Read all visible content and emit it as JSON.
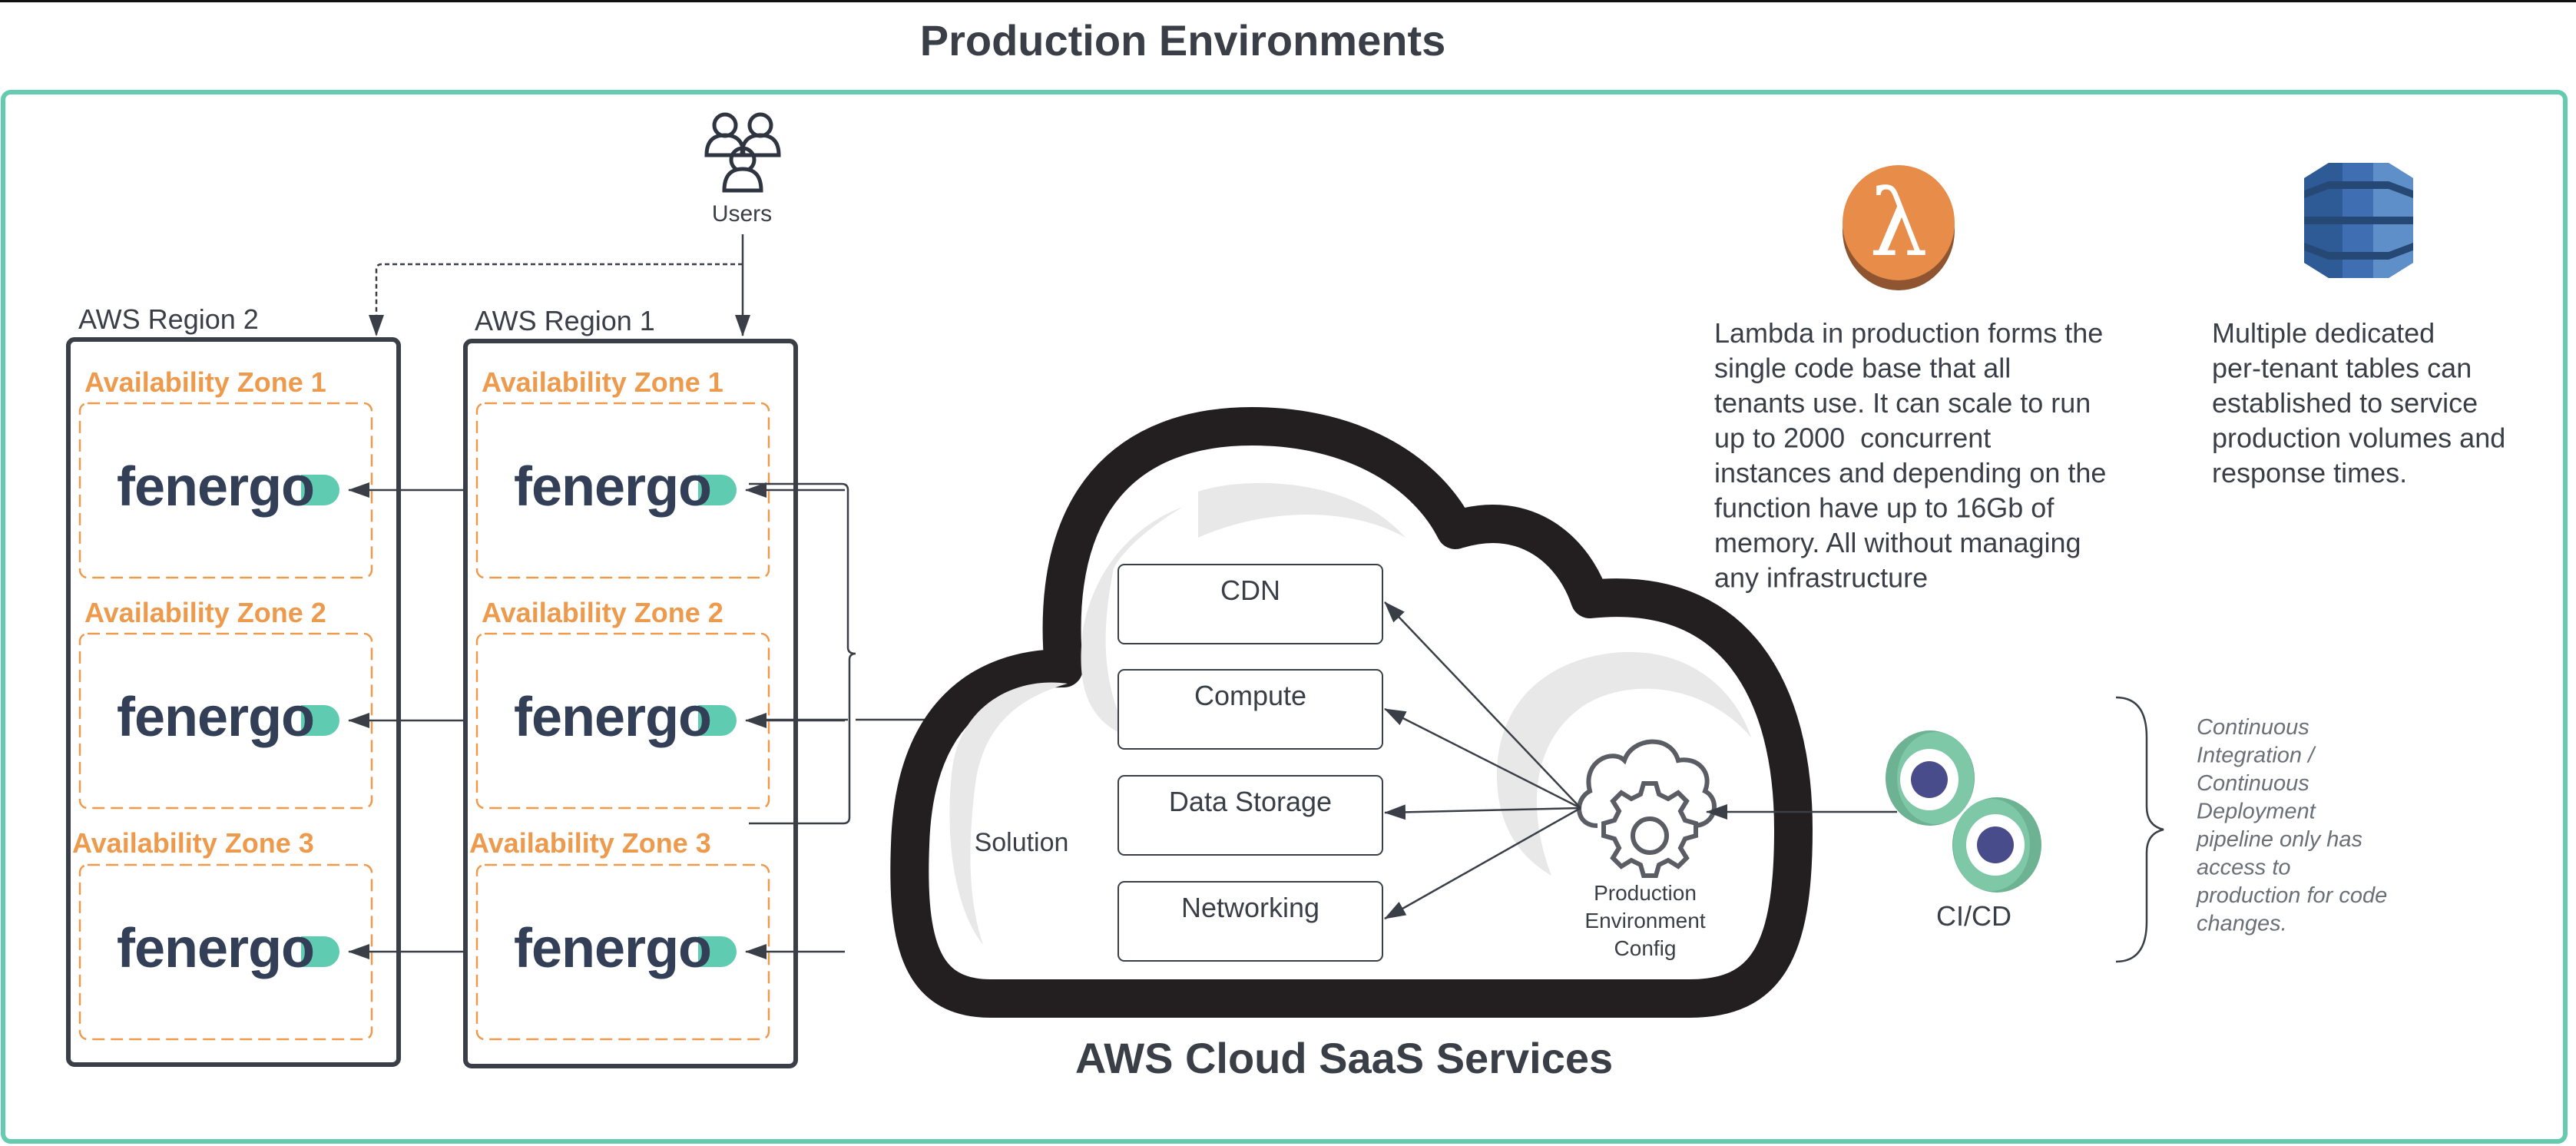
{
  "title": "Production Environments",
  "colors": {
    "frame": "#64cbb0",
    "text": "#3a3f47",
    "zone": "#ee9a4c",
    "region_border": "#3a3f47",
    "cloud": "#231f20",
    "lambda": "#e88c4a",
    "dynamo": "#3f6fb2",
    "cicd": "#7ec7a7",
    "gear": "#484c8a",
    "logo_dark": "#323f56",
    "logo_accent": "#5fcbb1"
  },
  "users": {
    "label": "Users",
    "icon": "users-icon"
  },
  "regions": [
    {
      "label": "AWS Region 2",
      "zones": [
        {
          "label": "Availability Zone 1",
          "logo": "fenergo"
        },
        {
          "label": "Availability Zone 2",
          "logo": "fenergo"
        },
        {
          "label": "Availability Zone 3",
          "logo": "fenergo"
        }
      ]
    },
    {
      "label": "AWS Region 1",
      "zones": [
        {
          "label": "Availability Zone 1",
          "logo": "fenergo"
        },
        {
          "label": "Availability Zone 2",
          "logo": "fenergo"
        },
        {
          "label": "Availability Zone 3",
          "logo": "fenergo"
        }
      ]
    }
  ],
  "cloud": {
    "title": "AWS Cloud SaaS Services",
    "solution_label": "Solution",
    "services": [
      "CDN",
      "Compute",
      "Data Storage",
      "Networking"
    ],
    "config_label_lines": [
      "Production",
      "Environment",
      "Config"
    ],
    "config_icon": "cloud-gear-icon"
  },
  "lambda": {
    "icon": "lambda-icon",
    "glyph": "λ",
    "lines": [
      "Lambda in production forms the",
      "single code base that all",
      "tenants use. It can scale to run",
      "up to 2000  concurrent",
      "instances and depending on the",
      "function have up to 16Gb of",
      "memory. All without managing",
      "any infrastructure"
    ]
  },
  "dynamodb": {
    "icon": "dynamodb-icon",
    "lines": [
      "Multiple dedicated",
      "per-tenant tables can",
      "established to service",
      "production volumes and",
      "response times."
    ]
  },
  "cicd": {
    "label": "CI/CD",
    "icon": "cicd-icon",
    "note_lines": [
      "Continuous",
      "Integration /",
      "Continuous",
      "Deployment",
      "pipeline only has",
      "access to",
      "production for code",
      "changes."
    ]
  }
}
